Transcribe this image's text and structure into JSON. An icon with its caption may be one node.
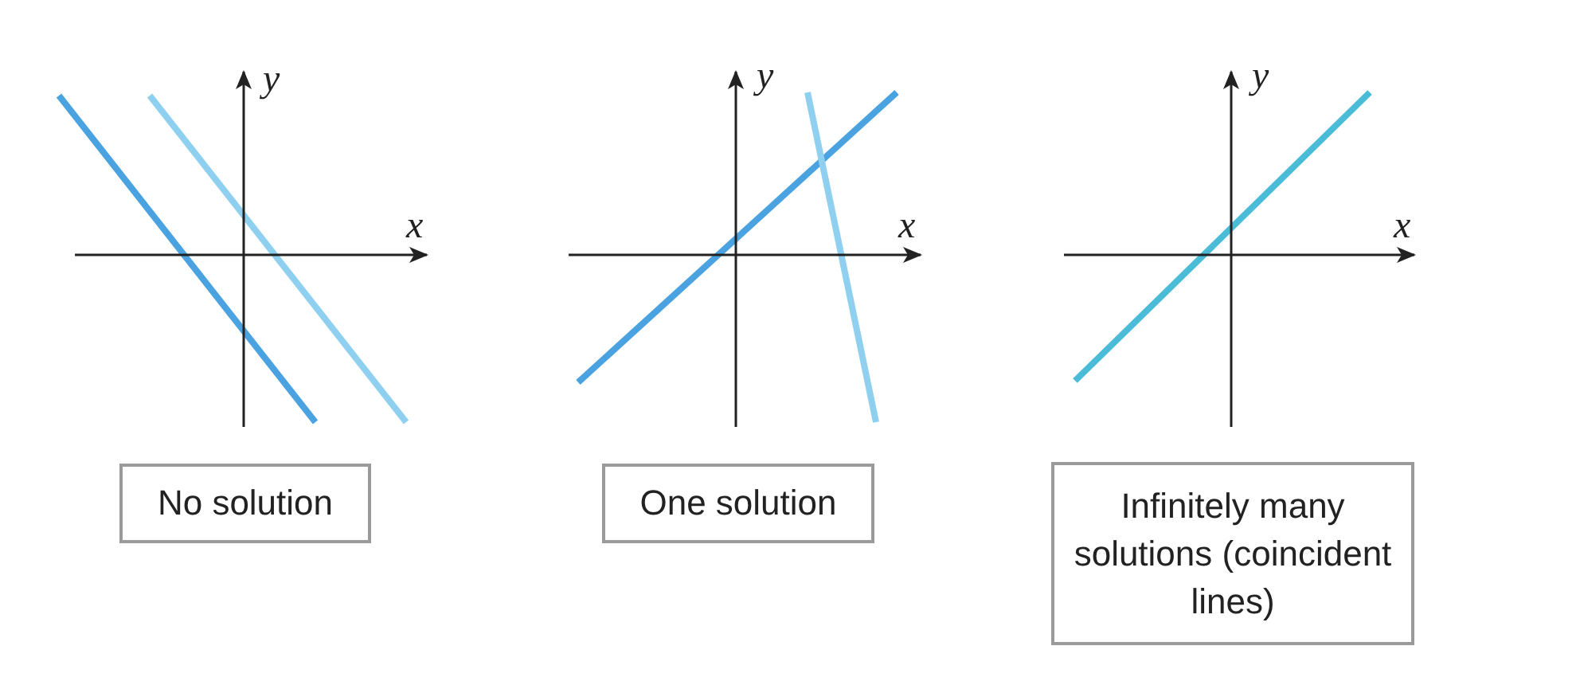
{
  "diagram": {
    "nodes": [
      {
        "text": [
          "No solution"
        ]
      },
      {
        "text": [
          "One solution"
        ]
      },
      {
        "text": [
          "Infinitely many solutions (coincident lines)"
        ]
      }
    ],
    "labels": [
      "y",
      "x",
      "y",
      "x",
      "y",
      "x"
    ]
  }
}
